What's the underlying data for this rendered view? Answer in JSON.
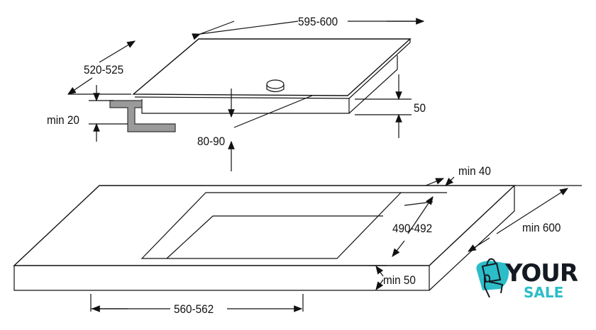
{
  "dimensions": {
    "hob_width": "595-600",
    "hob_depth": "520-525",
    "min_edge": "min 20",
    "hob_height": "50",
    "under_clearance": "80-90",
    "min_back": "min 40",
    "cutout_depth": "490-492",
    "worktop_depth": "min 600",
    "worktop_thickness": "min 50",
    "cutout_width": "560-562"
  },
  "logo": {
    "line1": "YOUR",
    "line2": "SALE",
    "accent": "#2bbdc8",
    "dark": "#151a22"
  }
}
